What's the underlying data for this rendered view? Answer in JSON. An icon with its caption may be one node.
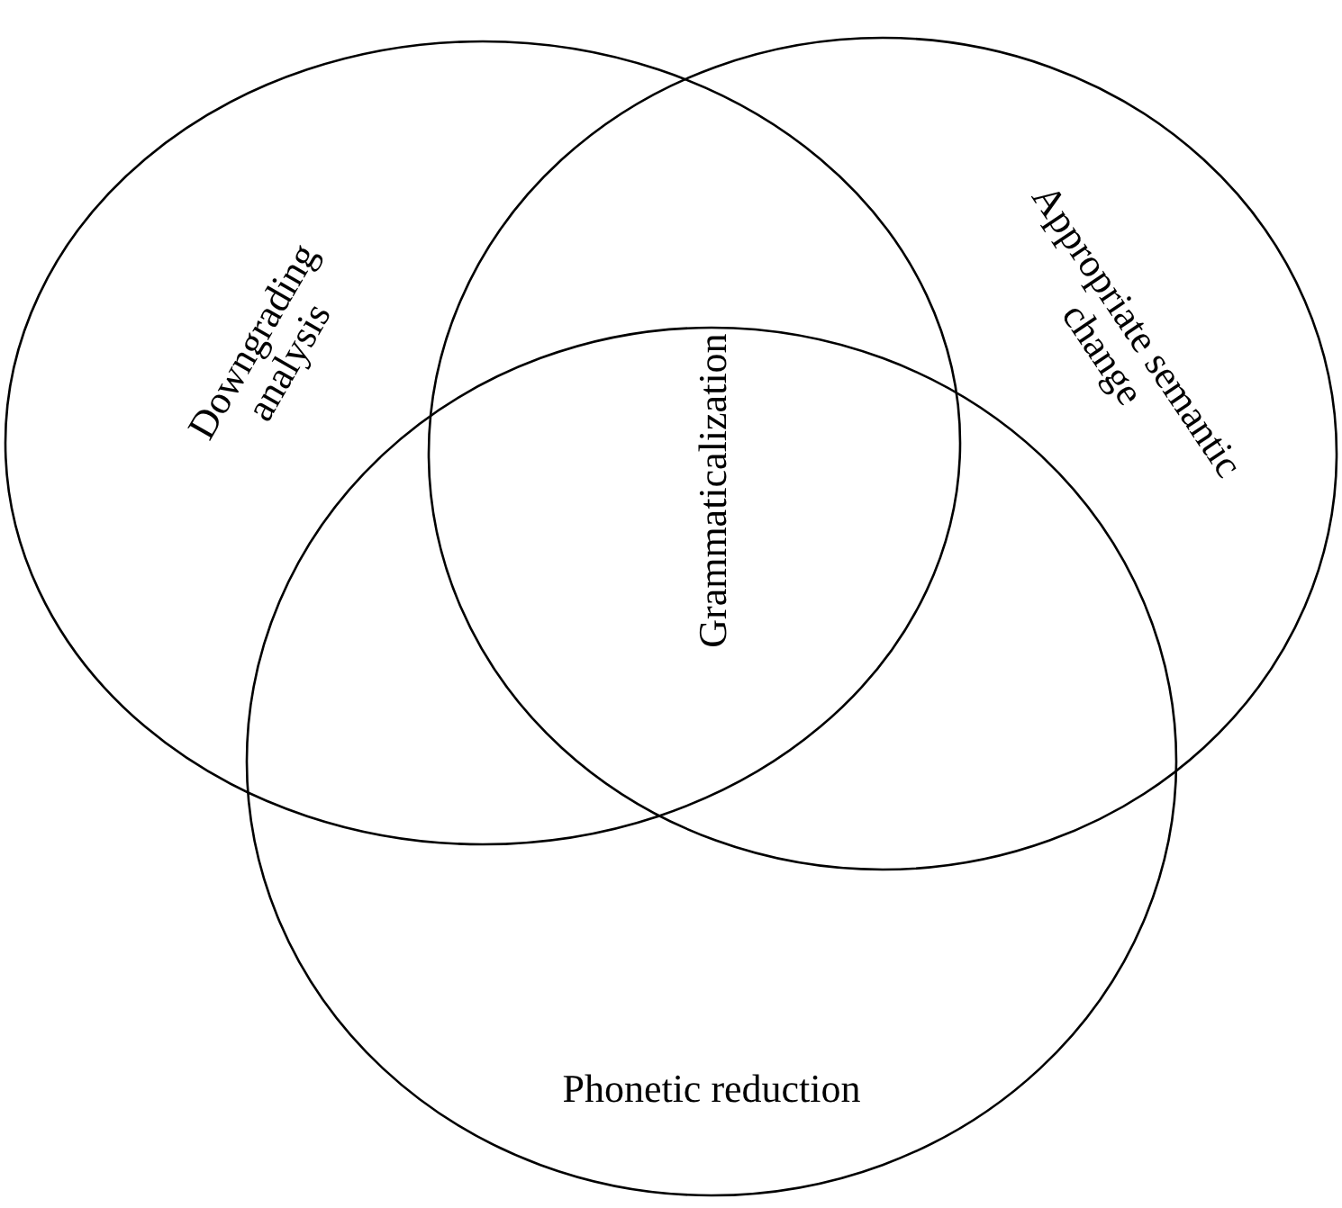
{
  "diagram": {
    "nodes": [
      {
        "text": [
          "Downgrading analysis"
        ]
      },
      {
        "text": [
          "Appropriate semantic change"
        ]
      },
      {
        "text": [
          "Phonetic reduction"
        ]
      }
    ],
    "labels": [
      "Grammaticalization"
    ]
  }
}
